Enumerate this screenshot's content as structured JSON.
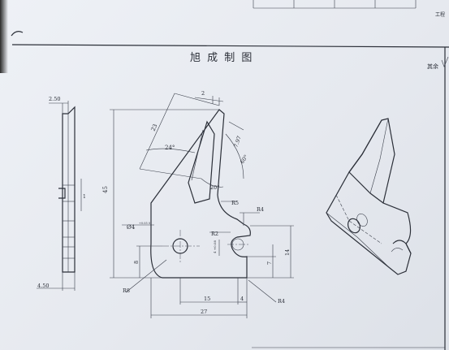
{
  "title_block": {
    "title": "旭 成 制 图",
    "corner_top": "工程",
    "corner_right": "其余"
  },
  "side_view": {
    "dim_top": "2.50",
    "dim_bottom": "4.50",
    "dim_side": "1"
  },
  "front_view": {
    "dim_height_total": "45",
    "dim_23": "23",
    "dim_2": "2",
    "dim_24deg": "24°",
    "dim_7_97": "7.97",
    "dim_60deg": "60°",
    "dim_20deg": "20°",
    "dim_r5": "R5",
    "dim_r4_top": "R4",
    "dim_r2": "R2",
    "dim_hole": "Ø4",
    "dim_hole_tol": "+0.05 0",
    "dim_slot_tol": "4 +0.08",
    "dim_7": "7",
    "dim_14": "14",
    "dim_8": "8",
    "dim_r8": "R8",
    "dim_15": "15",
    "dim_4": "4",
    "dim_r4_bottom": "R4",
    "dim_27": "27"
  }
}
